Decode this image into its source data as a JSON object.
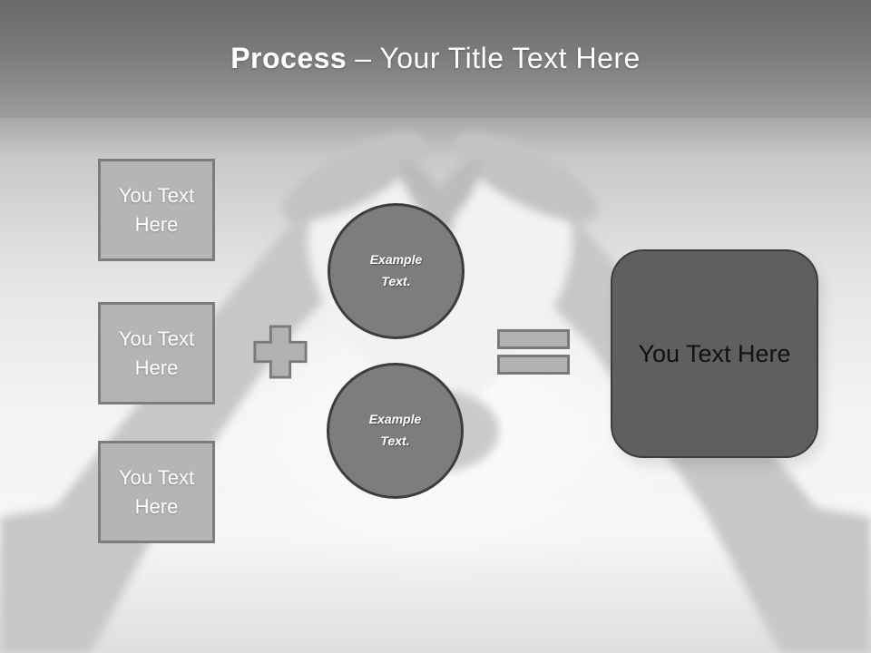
{
  "slide_title": {
    "emphasis": "Process",
    "separator_and_rest": "– Your Title Text Here"
  },
  "left_boxes": [
    {
      "label": "You Text Here"
    },
    {
      "label": "You Text Here"
    },
    {
      "label": "You Text Here"
    }
  ],
  "example_circles": [
    {
      "label": "Example Text."
    },
    {
      "label": "Example Text."
    }
  ],
  "operators": {
    "plus_icon": "plus-sign",
    "equals_icon": "equals-sign"
  },
  "result_box": {
    "label": "You Text Here"
  },
  "background": {
    "description_icon": "hands-heart-photo"
  },
  "colors": {
    "header_top": "#6a6a6a",
    "header_bottom": "#9c9c9c",
    "title_text": "#ffffff",
    "box_fill": "#b5b5b5",
    "box_border": "#7d7d7d",
    "box_text": "#ffffff",
    "operator_fill": "#b2b2b2",
    "operator_border": "#7a7a7a",
    "circle_fill": "#7d7d7d",
    "circle_border": "#3d3d3d",
    "circle_text": "#ffffff",
    "result_fill": "#5f5f5f",
    "result_border": "#3c3c3c",
    "result_text": "#111111"
  }
}
